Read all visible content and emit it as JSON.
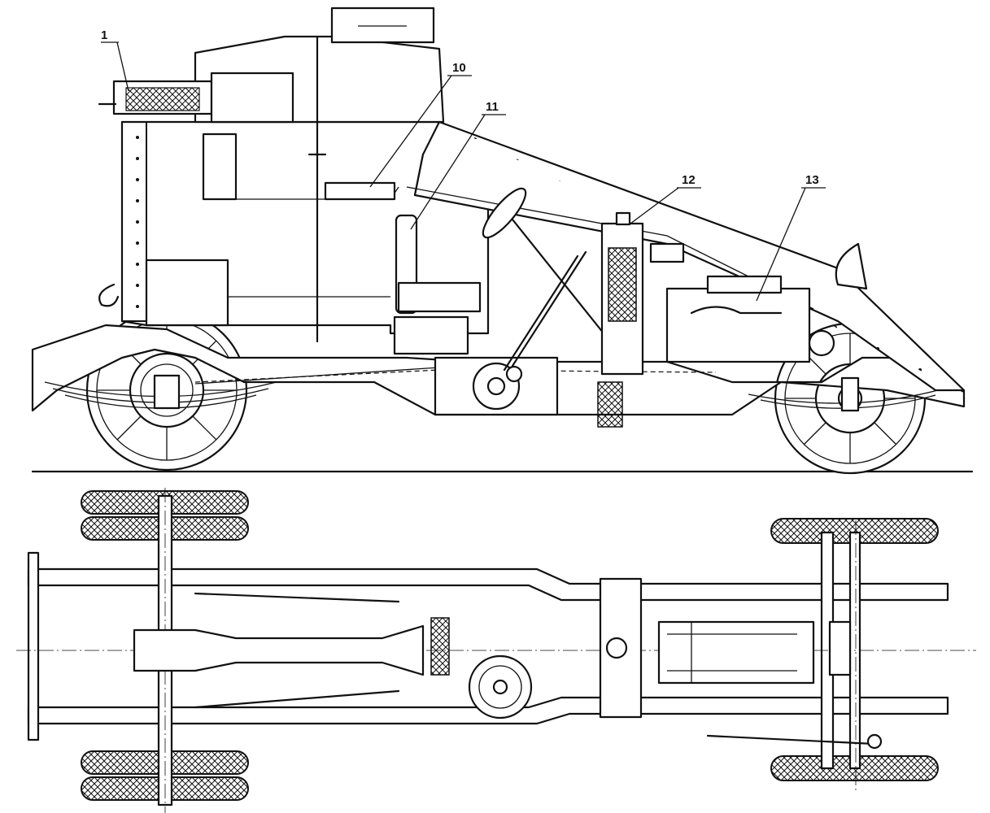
{
  "callouts": [
    {
      "id": "1",
      "label": "1"
    },
    {
      "id": "10",
      "label": "10"
    },
    {
      "id": "11",
      "label": "11"
    },
    {
      "id": "12",
      "label": "12"
    },
    {
      "id": "13",
      "label": "13"
    }
  ]
}
